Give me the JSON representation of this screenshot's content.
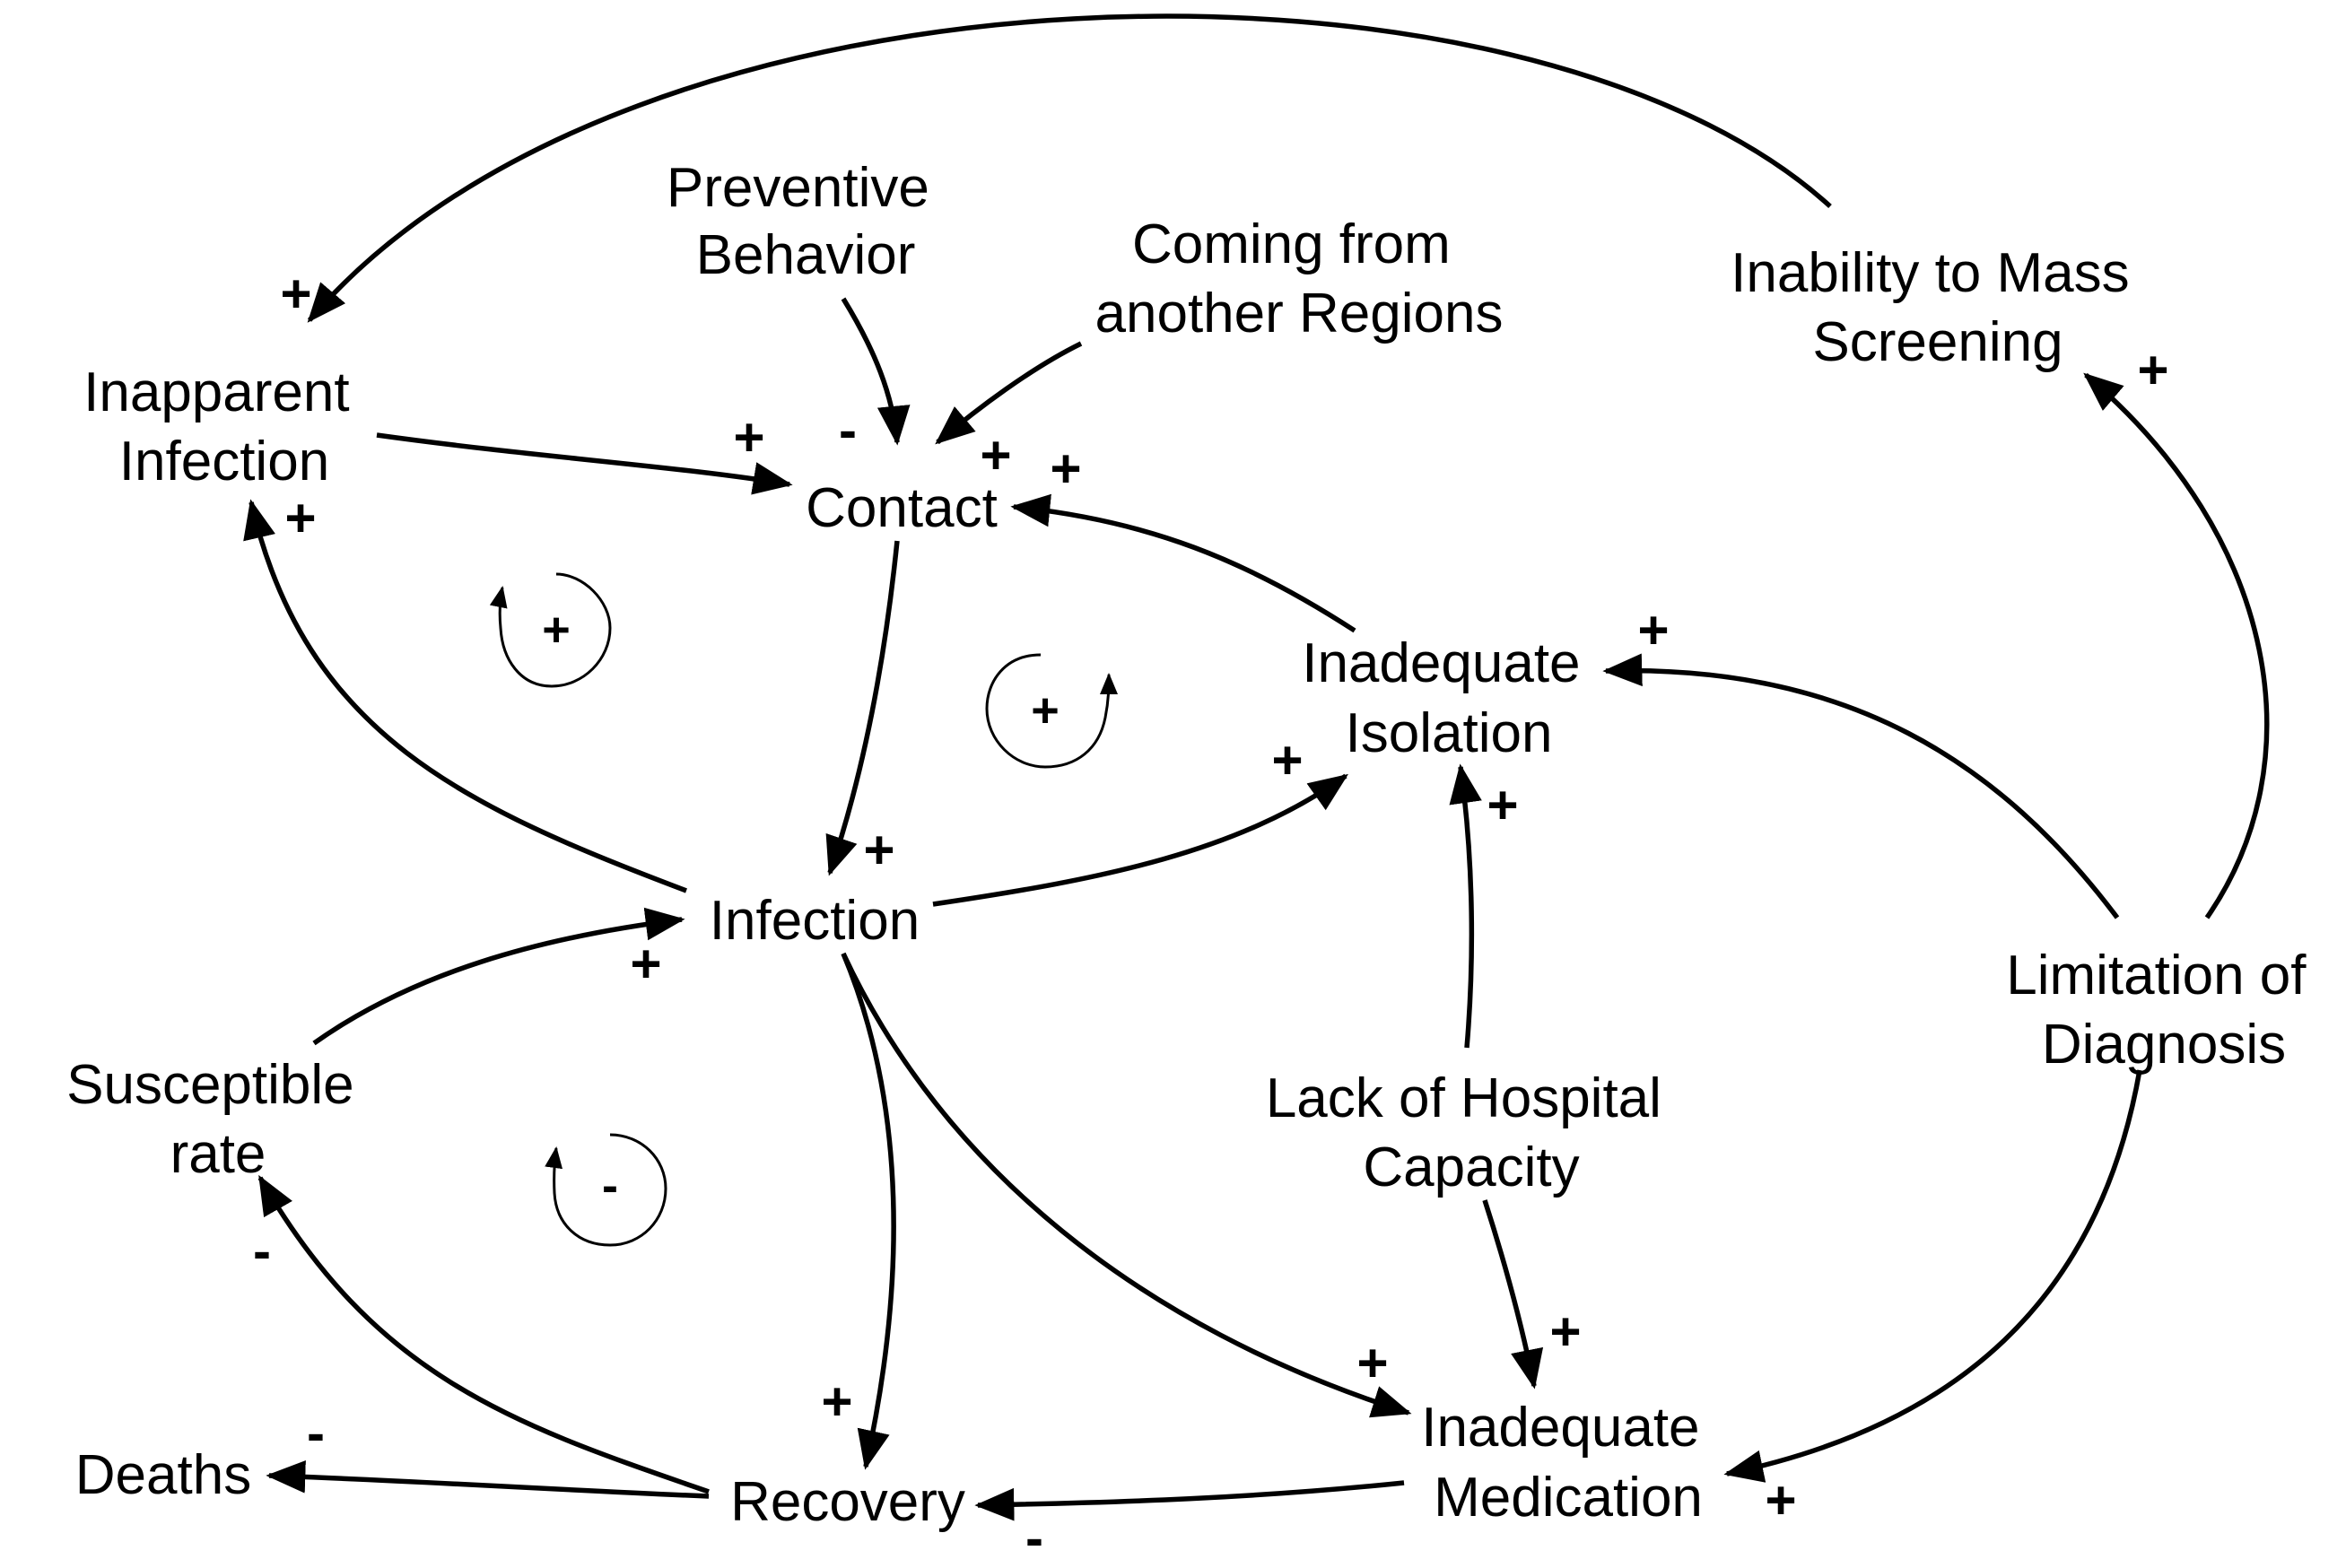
{
  "nodes": {
    "preventive_behavior": [
      "Preventive",
      "Behavior"
    ],
    "coming_from_regions": [
      "Coming from",
      "another Regions"
    ],
    "inability_mass_screening": [
      "Inability to Mass",
      "Screening"
    ],
    "inapparent_infection": [
      "Inapparent",
      "Infection"
    ],
    "contact": [
      "Contact"
    ],
    "inadequate_isolation": [
      "Inadequate",
      "Isolation"
    ],
    "infection": [
      "Infection"
    ],
    "limitation_of_diagnosis": [
      "Limitation of",
      "Diagnosis"
    ],
    "susceptible_rate": [
      "Susceptible",
      "rate"
    ],
    "lack_hospital_capacity": [
      "Lack of Hospital",
      "Capacity"
    ],
    "inadequate_medication": [
      "Inadequate",
      "Medication"
    ],
    "deaths": [
      "Deaths"
    ],
    "recovery": [
      "Recovery"
    ]
  },
  "links": [
    {
      "id": "screening-to-inapparent",
      "from": "Inability to Mass Screening",
      "to": "Inapparent Infection",
      "polarity": "+"
    },
    {
      "id": "inapparent-to-contact",
      "from": "Inapparent Infection",
      "to": "Contact",
      "polarity": "+"
    },
    {
      "id": "preventive-to-contact",
      "from": "Preventive Behavior",
      "to": "Contact",
      "polarity": "-"
    },
    {
      "id": "regions-to-contact",
      "from": "Coming from another Regions",
      "to": "Contact",
      "polarity": "+"
    },
    {
      "id": "isolation-to-contact",
      "from": "Inadequate Isolation",
      "to": "Contact",
      "polarity": "+"
    },
    {
      "id": "contact-to-infection",
      "from": "Contact",
      "to": "Infection",
      "polarity": "+"
    },
    {
      "id": "infection-to-inapparent",
      "from": "Infection",
      "to": "Inapparent Infection",
      "polarity": "+"
    },
    {
      "id": "infection-to-isolation",
      "from": "Infection",
      "to": "Inadequate Isolation",
      "polarity": "+"
    },
    {
      "id": "diagnosis-to-isolation",
      "from": "Limitation of Diagnosis",
      "to": "Inadequate Isolation",
      "polarity": "+"
    },
    {
      "id": "diagnosis-to-screening",
      "from": "Limitation of Diagnosis",
      "to": "Inability to Mass Screening",
      "polarity": "+"
    },
    {
      "id": "hospital-to-isolation",
      "from": "Lack of Hospital Capacity",
      "to": "Inadequate Isolation",
      "polarity": "+"
    },
    {
      "id": "susceptible-to-infection",
      "from": "Susceptible rate",
      "to": "Infection",
      "polarity": "+"
    },
    {
      "id": "infection-to-recovery",
      "from": "Infection",
      "to": "Recovery",
      "polarity": "+"
    },
    {
      "id": "infection-to-medication",
      "from": "Infection",
      "to": "Inadequate Medication",
      "polarity": "+"
    },
    {
      "id": "hospital-to-medication",
      "from": "Lack of Hospital Capacity",
      "to": "Inadequate Medication",
      "polarity": "+"
    },
    {
      "id": "diagnosis-to-medication",
      "from": "Limitation of Diagnosis",
      "to": "Inadequate Medication",
      "polarity": "+"
    },
    {
      "id": "recovery-to-susceptible",
      "from": "Recovery",
      "to": "Susceptible rate",
      "polarity": "-"
    },
    {
      "id": "recovery-to-deaths",
      "from": "Recovery",
      "to": "Deaths",
      "polarity": "-"
    },
    {
      "id": "medication-to-recovery",
      "from": "Inadequate Medication",
      "to": "Recovery",
      "polarity": "-"
    }
  ],
  "loops": [
    {
      "id": "loop-inapparent",
      "sign": "+"
    },
    {
      "id": "loop-contact-infection",
      "sign": "+"
    },
    {
      "id": "loop-recovery",
      "sign": "-"
    }
  ]
}
